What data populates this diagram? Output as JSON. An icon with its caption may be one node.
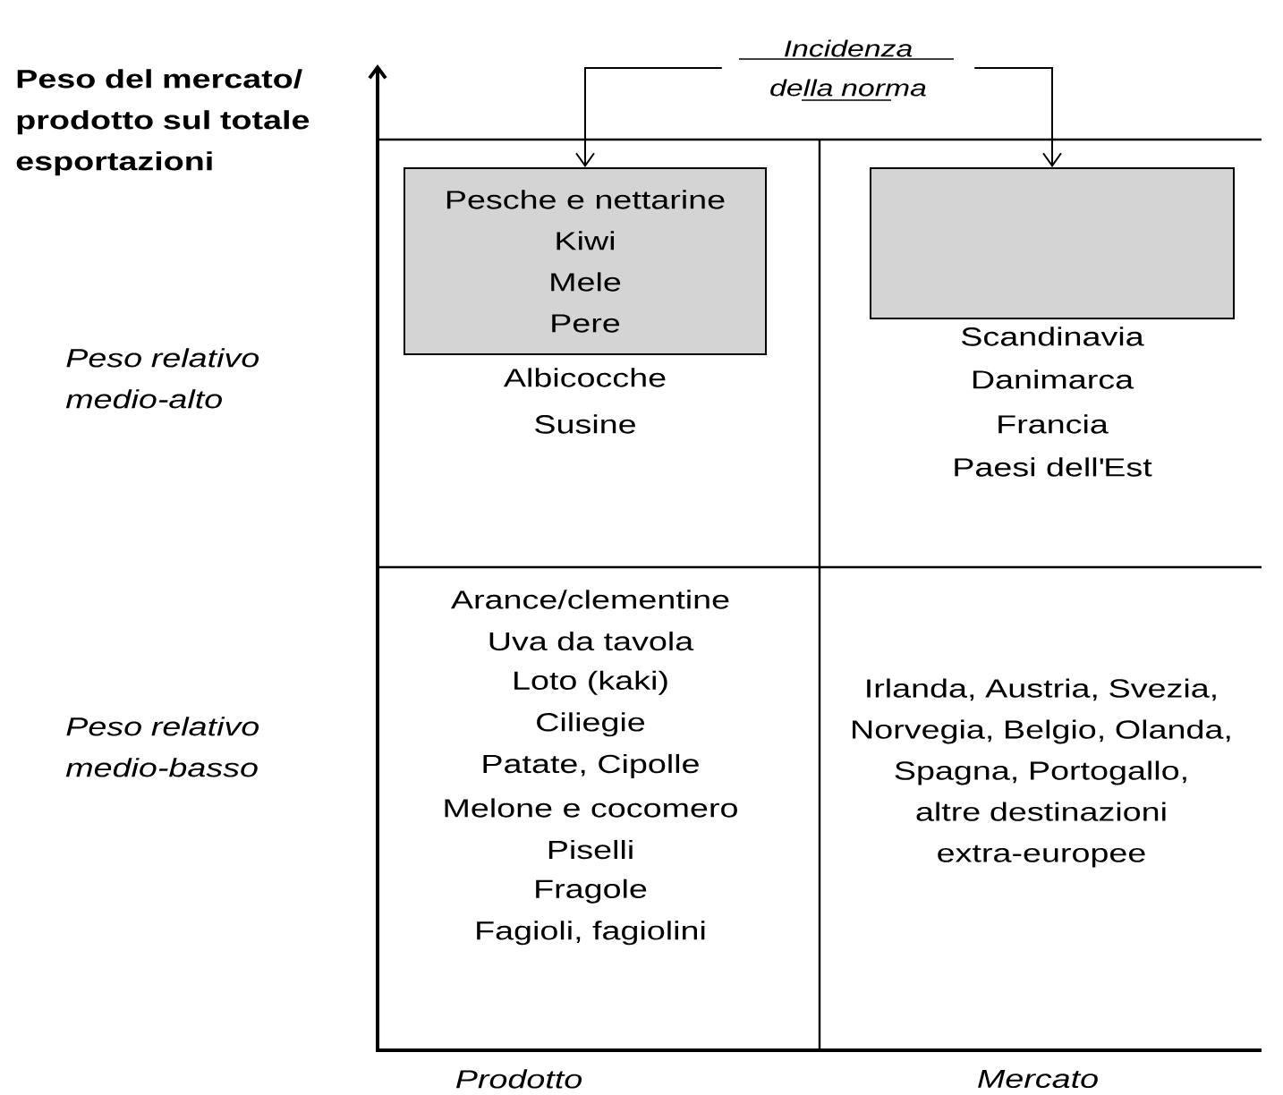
{
  "diagram": {
    "nodes": [
      {
        "text": [
          "Incidenza della norma"
        ]
      },
      {
        "text": [
          "Pesche e nettarine",
          "Kiwi",
          "Mele",
          "Pere"
        ]
      },
      {
        "text": [],
        "shape": "box"
      }
    ],
    "edges": [
      {
        "from": 0,
        "to": 1,
        "arrow": "to"
      },
      {
        "from": 0,
        "to": 2,
        "arrow": "to"
      }
    ],
    "labels": [
      "Peso del mercato/ prodotto sul totale esportazioni",
      "Albicocche",
      "Susine",
      "Scandinavia",
      "Danimarca",
      "Francia",
      "Paesi dell'Est",
      "Peso relativo medio-alto",
      "Arance/clementine",
      "Uva da tavola",
      "Loto (kaki)",
      "Ciliegie",
      "Patate, Cipolle",
      "Melone e cocomero",
      "Piselli",
      "Fragole",
      "Fagioli, fagiolini",
      "Irlanda, Austria, Svezia, Norvegia, Belgio, Olanda, Spagna, Portogallo, altre destinazioni extra-europee",
      "Peso relativo medio-basso",
      "Prodotto",
      "Mercato"
    ]
  }
}
